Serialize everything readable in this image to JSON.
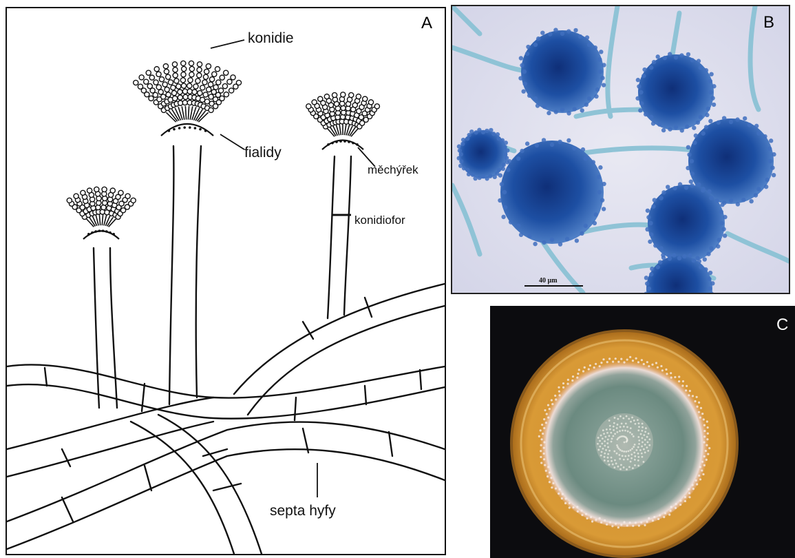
{
  "panels": {
    "a": {
      "letter": "A"
    },
    "b": {
      "letter": "B",
      "scale_bar": "40 µm"
    },
    "c": {
      "letter": "C"
    }
  },
  "labels": {
    "konidie": "konidie",
    "fialidy": "fialidy",
    "mechyrek": "měchýřek",
    "konidiofor": "konidiofor",
    "septa_hyfy": "septa hyfy"
  },
  "colors": {
    "stain_blue": "#1f4f9e",
    "hyphae_blue": "#8fc3d6",
    "agar": "#d8952a",
    "colony_green": "#6f8f85",
    "colony_edge": "#f0e0da"
  }
}
